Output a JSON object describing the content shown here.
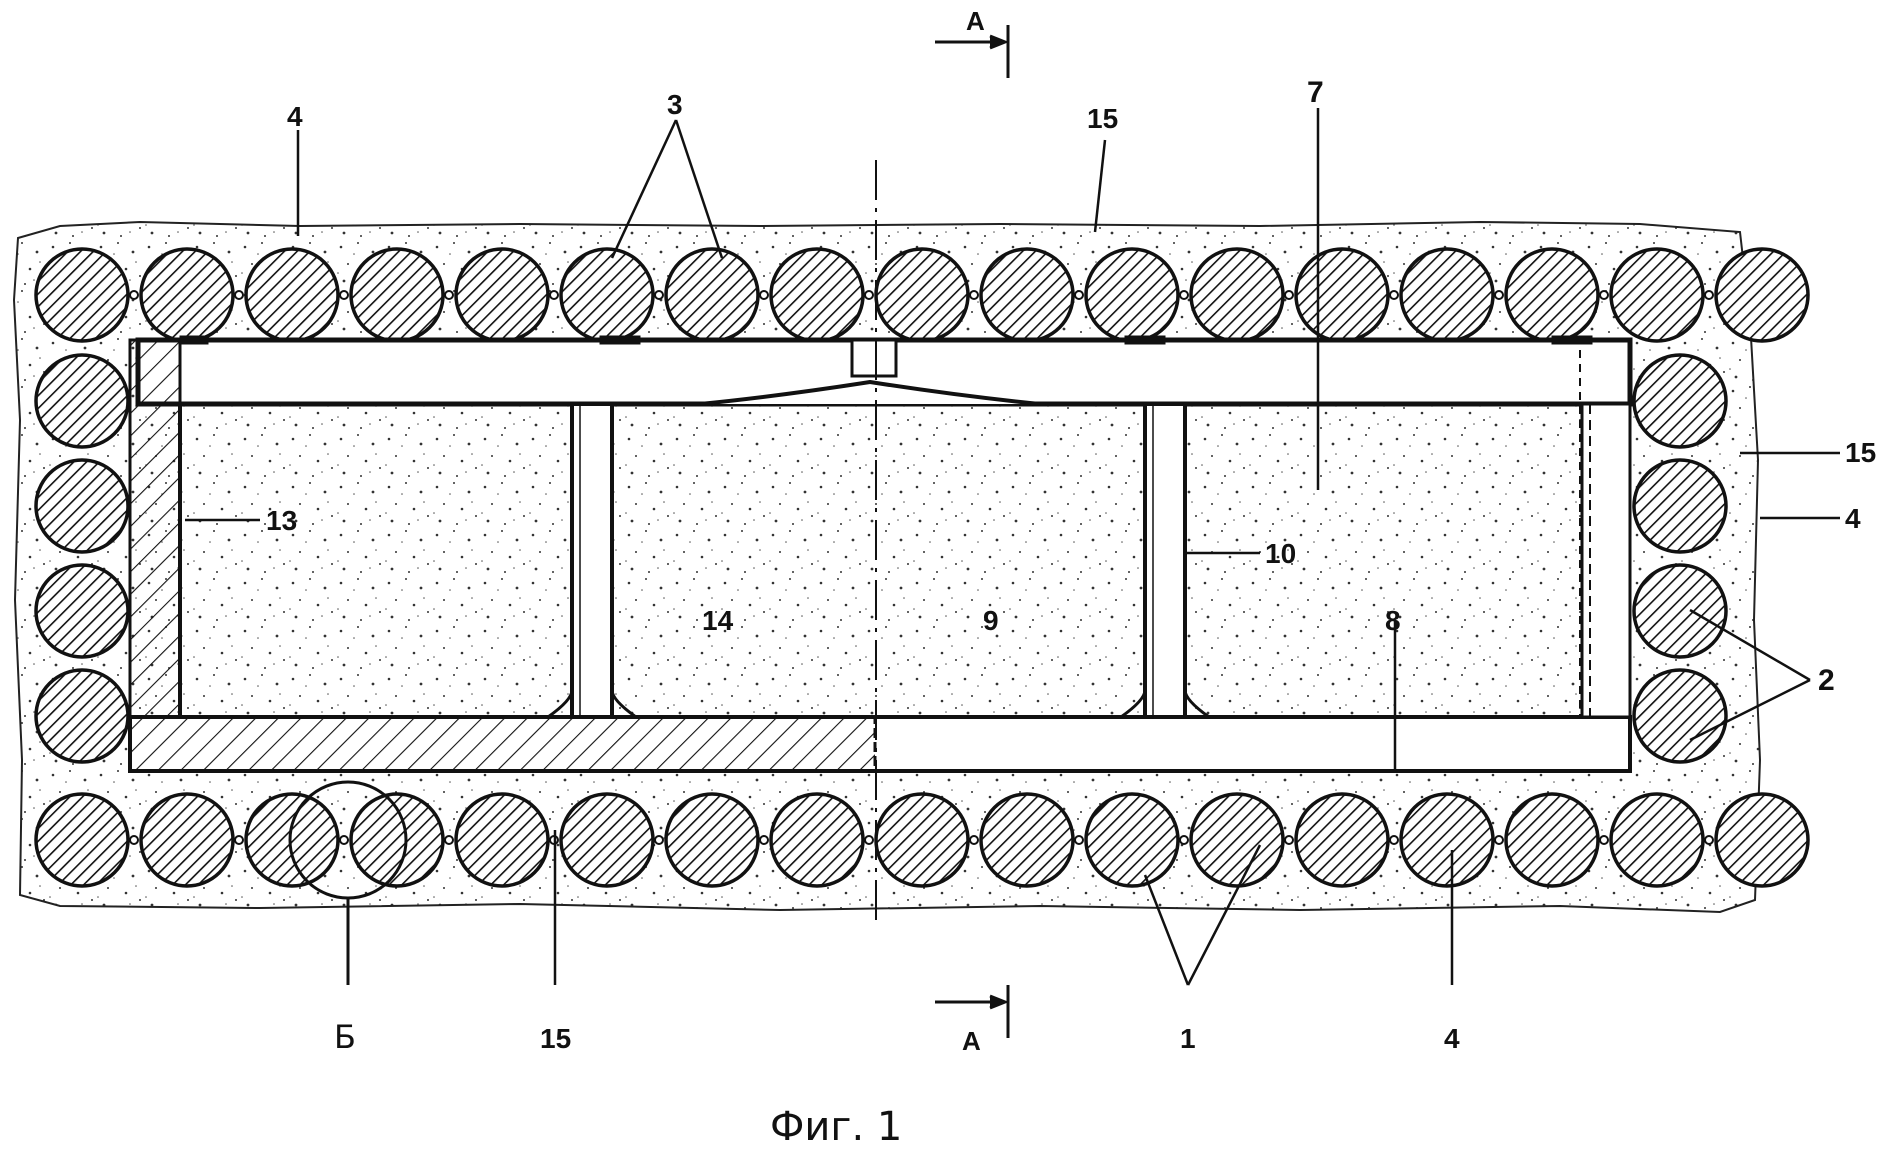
{
  "figure": {
    "caption": "Фиг. 1",
    "section_marks": {
      "top": "А",
      "bottom": "А"
    },
    "callouts": {
      "c4_top_left": "4",
      "c3_top": "3",
      "c15_top": "15",
      "c7": "7",
      "c15_right": "15",
      "c4_right": "4",
      "c2_right": "2",
      "c13": "13",
      "c10": "10",
      "c14": "14",
      "c9": "9",
      "c8": "8",
      "c_b_detail": "Б",
      "c15_bottom": "15",
      "c1_bottom": "1",
      "c4_bottom": "4"
    }
  }
}
